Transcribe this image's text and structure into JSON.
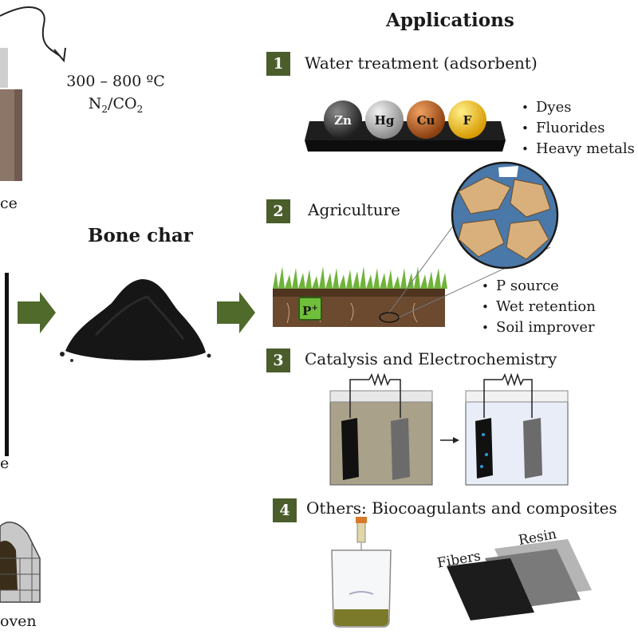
{
  "left": {
    "temperature": "300 – 800 ºC",
    "atmosphere_main": "N",
    "atmosphere_sub1": "2",
    "atmosphere_mid": "/CO",
    "atmosphere_sub2": "2",
    "edge_label_top": "ce",
    "edge_label_mid": "e",
    "edge_label_bottom": "oven"
  },
  "center": {
    "title": "Bone char"
  },
  "applications": {
    "title": "Applications",
    "sections": [
      {
        "number": "1",
        "title": "Water treatment (adsorbent)",
        "spheres": [
          {
            "label": "Zn",
            "color": "#3a3a3a"
          },
          {
            "label": "Hg",
            "color": "#a8a8a8"
          },
          {
            "label": "Cu",
            "color": "#b8621b"
          },
          {
            "label": "F",
            "color": "#f0b400"
          }
        ],
        "bullets": [
          "Dyes",
          "Fluorides",
          "Heavy metals"
        ]
      },
      {
        "number": "2",
        "title": "Agriculture",
        "soil_tag": "P",
        "soil_tag_sup": "+",
        "bullets": [
          "P source",
          "Wet retention",
          "Soil improver"
        ]
      },
      {
        "number": "3",
        "title": "Catalysis and Electrochemistry"
      },
      {
        "number": "4",
        "title": "Others: Biocoagulants and composites",
        "labels": {
          "fibers": "Fibers",
          "resin": "Resin"
        }
      }
    ]
  },
  "colors": {
    "accent_green": "#4a5d2b",
    "arrow_green": "#4f6a2a"
  }
}
